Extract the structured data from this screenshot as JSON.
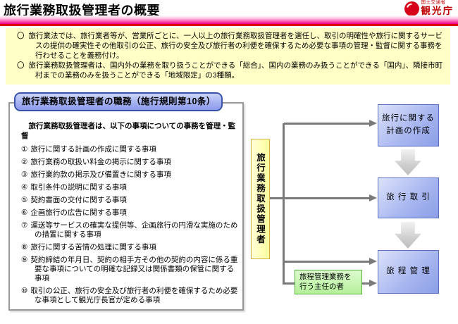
{
  "header": {
    "title": "旅行業務取扱管理者の概要",
    "logo": {
      "ministry": "国土交通省",
      "agency": "観光庁"
    }
  },
  "summary": {
    "bullets": [
      {
        "marker": "〇",
        "text": "旅行業法では、旅行業者等が、営業所ごとに、一人以上の旅行業務取扱管理者を選任し、取引の明確性や旅行に関するサービスの提供の確実性その他取引の公正、旅行の安全及び旅行者の利便を確保するため必要な事項の管理・監督に関する事務を行わせることを義務付け。"
      },
      {
        "marker": "〇",
        "text": "旅行業務取扱管理者は、国内外の業務を取り扱うことができる「総合」、国内の業務のみ扱うことができる「国内」、隣接市町村までの業務のみを扱うことができる「地域限定」の3種類。"
      }
    ]
  },
  "duties_panel": {
    "heading": "旅行業務取扱管理者の職務（施行規則第10条）",
    "intro": "旅行業務取扱管理者は、以下の事項についての事務を管理・監督",
    "items": [
      {
        "num": "①",
        "text": "旅行に関する計画の作成に関する事項"
      },
      {
        "num": "②",
        "text": "旅行業務の取扱い料金の掲示に関する事項"
      },
      {
        "num": "③",
        "text": "旅行業約款の掲示及び備置きに関する事項"
      },
      {
        "num": "④",
        "text": "取引条件の説明に関する事項"
      },
      {
        "num": "⑤",
        "text": "契約書面の交付に関する事項"
      },
      {
        "num": "⑥",
        "text": "企画旅行の広告に関する事項"
      },
      {
        "num": "⑦",
        "text": "運送等サービスの確実な提供等、企画旅行の円滑な実施のための措置に関する事項"
      },
      {
        "num": "⑧",
        "text": "旅行に関する苦情の処理に関する事項"
      },
      {
        "num": "⑨",
        "text": "契約締結の年月日、契約の相手方その他の契約の内容に係る重要な事項についての明確な記録又は関係書類の保管に関する事項"
      },
      {
        "num": "⑩",
        "text": "取引の公正、旅行の安全及び旅行者の利便を確保するため必要な事項として観光庁長官が定める事項"
      }
    ]
  },
  "diagram": {
    "manager_box": "旅行業務取扱管理者",
    "flow_boxes": [
      "旅行に関する\n計画の作成",
      "旅 行 取 引",
      "旅 程 管 理"
    ],
    "chief_box": "旅程管理業務を\n行う主任の者"
  },
  "colors": {
    "accent_magenta": "#ec0087",
    "accent_red_line": "#dd0000",
    "summary_bg": "#ffffc6",
    "heading_blue": "#a2aff0",
    "flow_box_blue": "#aab8f0",
    "manager_yellow": "#ffffa8",
    "chief_green": "#c8f5ad",
    "connector_gray": "#7a7a7a",
    "logo_red": "#d60019"
  }
}
